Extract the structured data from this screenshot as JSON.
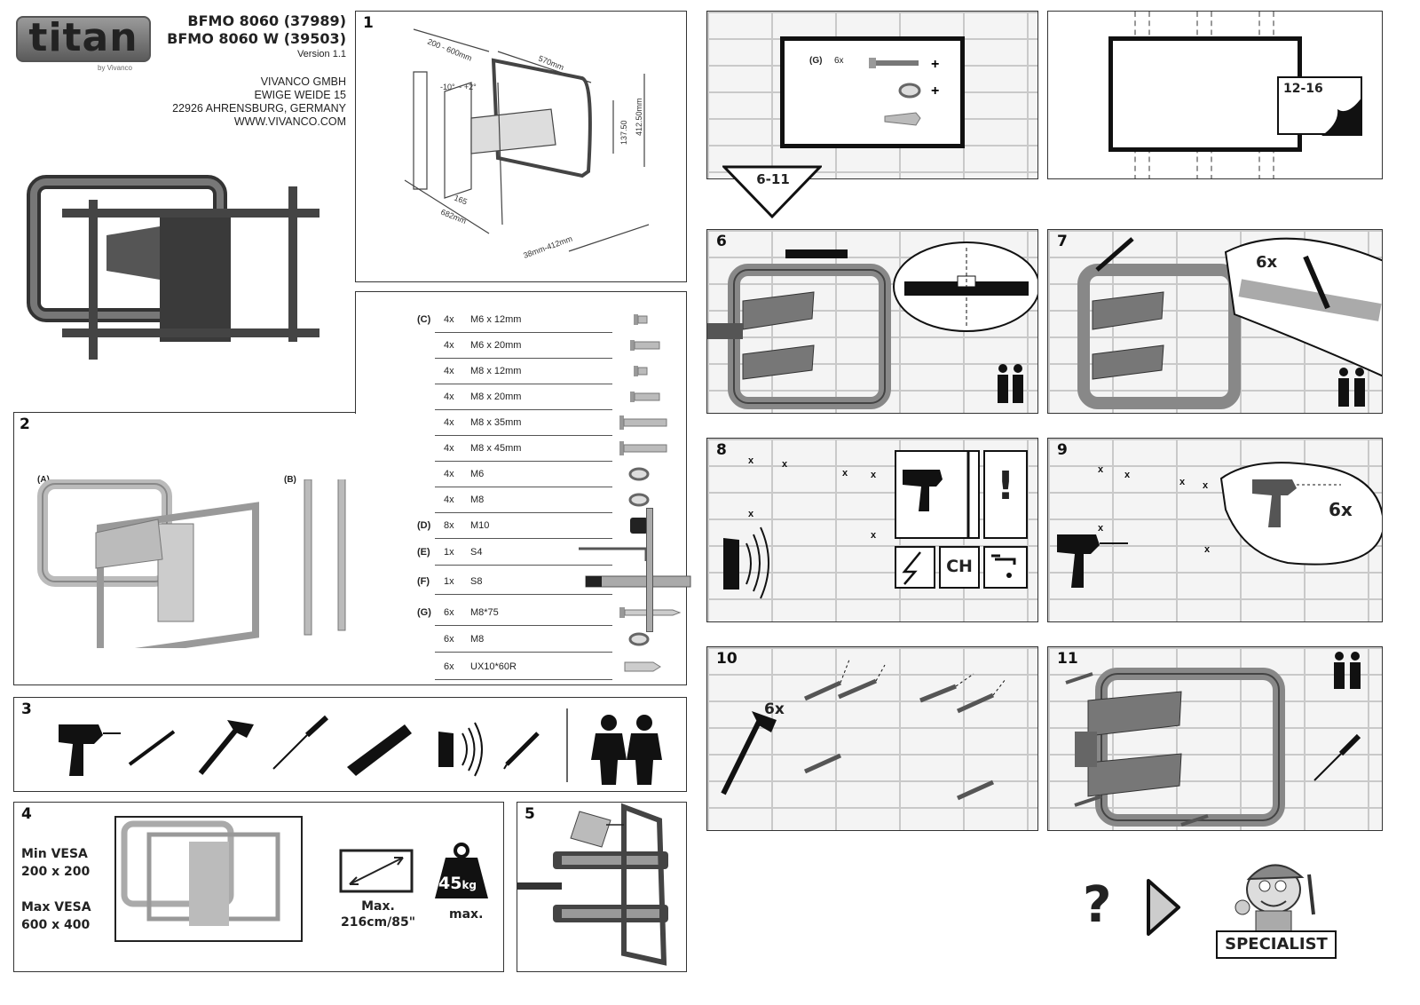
{
  "header": {
    "logo_text": "titan",
    "logo_sub": "by Vivanco",
    "model_1": "BFMO 8060 (37989)",
    "model_2": "BFMO 8060 W (39503)",
    "version": "Version 1.1",
    "address": [
      "VIVANCO GMBH",
      "EWIGE WEIDE 15",
      "22926 AHRENSBURG, GERMANY",
      "WWW.VIVANCO.COM"
    ]
  },
  "panel1": {
    "number": "1",
    "dims": [
      "200 - 600mm",
      "570mm",
      "-10° ~ +2°",
      "137.50",
      "412.50mm",
      "165",
      "682mm",
      "38mm-412mm"
    ]
  },
  "panel2": {
    "number": "2",
    "label_a": "(A)",
    "label_b": "(B)"
  },
  "parts": [
    {
      "cat": "(C)",
      "qty": "4x",
      "size": "M6 x 12mm",
      "icon": "short-bolt"
    },
    {
      "cat": "",
      "qty": "4x",
      "size": "M6 x 20mm",
      "icon": "bolt"
    },
    {
      "cat": "",
      "qty": "4x",
      "size": "M8 x 12mm",
      "icon": "short-bolt"
    },
    {
      "cat": "",
      "qty": "4x",
      "size": "M8 x 20mm",
      "icon": "bolt"
    },
    {
      "cat": "",
      "qty": "4x",
      "size": "M8 x 35mm",
      "icon": "long-bolt"
    },
    {
      "cat": "",
      "qty": "4x",
      "size": "M8 x 45mm",
      "icon": "long-bolt"
    },
    {
      "cat": "",
      "qty": "4x",
      "size": "M6",
      "icon": "washer"
    },
    {
      "cat": "",
      "qty": "4x",
      "size": "M8",
      "icon": "washer"
    },
    {
      "cat": "(D)",
      "qty": "8x",
      "size": "M10",
      "icon": "spacer"
    },
    {
      "cat": "(E)",
      "qty": "1x",
      "size": "S4",
      "icon": "allen-key"
    },
    {
      "cat": "(F)",
      "qty": "1x",
      "size": "S8",
      "icon": "t-wrench"
    },
    {
      "cat": "(G)",
      "qty": "6x",
      "size": "M8*75",
      "icon": "lag-screw"
    },
    {
      "cat": "",
      "qty": "6x",
      "size": "M8",
      "icon": "washer"
    },
    {
      "cat": "",
      "qty": "6x",
      "size": "UX10*60R",
      "icon": "wall-plug"
    }
  ],
  "panel3": {
    "number": "3",
    "tools": [
      "drill-icon",
      "drill-bit-icon",
      "hammer-icon",
      "screwdriver-icon",
      "level-icon",
      "detector-icon",
      "pencil-icon",
      "two-persons-icon"
    ]
  },
  "panel4": {
    "number": "4",
    "min_vesa_label": "Min VESA",
    "min_vesa": "200 x 200",
    "max_vesa_label": "Max VESA",
    "max_vesa": "600 x 400",
    "max_label": "Max.",
    "max_size": "216cm/85\"",
    "weight": "45",
    "weight_unit": "kg",
    "weight_max": "max."
  },
  "panel5": {
    "number": "5"
  },
  "steps_top": {
    "g_label": "(G)",
    "g_qty": "6x",
    "step_range": "6-11",
    "page_range": "12-16"
  },
  "step6": {
    "number": "6"
  },
  "step7": {
    "number": "7",
    "count": "6x"
  },
  "step8": {
    "number": "8",
    "warning_mark": "!",
    "ch_label": "CH"
  },
  "step9": {
    "number": "9",
    "count": "6x"
  },
  "step10": {
    "number": "10",
    "count": "6x"
  },
  "step11": {
    "number": "11"
  },
  "help": {
    "question": "?",
    "specialist": "SPECIALIST"
  }
}
